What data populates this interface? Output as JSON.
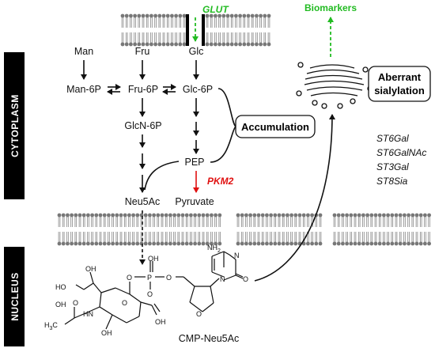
{
  "compartments": {
    "cytoplasm": "CYTOPLASM",
    "nucleus": "NUCLEUS"
  },
  "transporter": "GLUT",
  "biomarkers": "Biomarkers",
  "metabolites": {
    "man": "Man",
    "fru": "Fru",
    "glc": "Glc",
    "man6p": "Man-6P",
    "fru6p": "Fru-6P",
    "glc6p": "Glc-6P",
    "glcn6p": "GlcN-6P",
    "pep": "PEP",
    "neu5ac": "Neu5Ac",
    "pyruvate": "Pyruvate",
    "cmp_neu5ac": "CMP-Neu5Ac"
  },
  "enzyme": "PKM2",
  "boxes": {
    "accumulation": "Accumulation",
    "aberrant_line1": "Aberrant",
    "aberrant_line2": "sialylation"
  },
  "sialyltransferases": [
    "ST6Gal",
    "ST6GalNAc",
    "ST3Gal",
    "ST8Sia"
  ],
  "structure_labels": {
    "nh2": "NH",
    "nh2_sub": "2",
    "n": "N",
    "o": "O",
    "oh": "OH",
    "ho": "HO",
    "p": "P",
    "hn": "HN",
    "h3c": "H",
    "h3c_sub": "3",
    "h3c_c": "C"
  },
  "colors": {
    "glut": "#22bb22",
    "biomarkers": "#22bb22",
    "pkm2": "#e01010",
    "compartment_label_bg": "#000000",
    "membrane": "#777777"
  }
}
